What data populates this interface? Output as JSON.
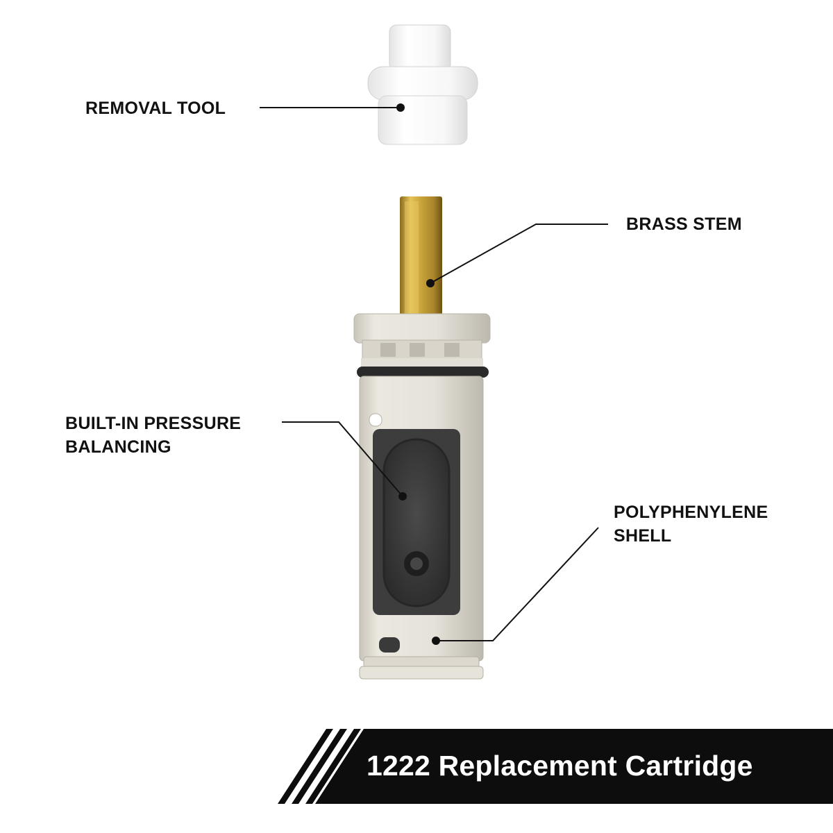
{
  "labels": {
    "removal_tool": "REMOVAL TOOL",
    "brass_stem": "BRASS STEM",
    "pressure_line1": "BUILT-IN PRESSURE",
    "pressure_line2": "BALANCING",
    "shell_line1": "POLYPHENYLENE",
    "shell_line2": "SHELL"
  },
  "banner": {
    "title": "1222 Replacement Cartridge"
  },
  "colors": {
    "background": "#ffffff",
    "banner": "#0d0d0d",
    "banner_text": "#ffffff",
    "label_text": "#111111",
    "brass": "#c9a43a",
    "shell": "#e7e4dc",
    "diaphragm": "#3a3a3a",
    "tool": "#f6f6f6"
  }
}
